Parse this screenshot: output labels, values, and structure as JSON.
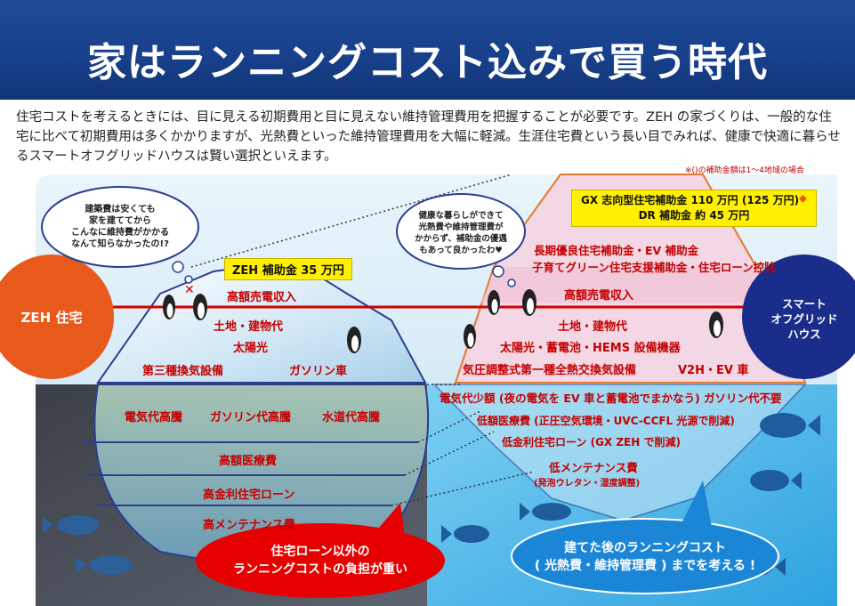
{
  "title": "家はランニングコスト込みで買う時代",
  "intro": "住宅コストを考えるときには、目に見える初期費用と目に見えない維持管理費用を把握することが必要です。ZEH の家づくりは、一般的な住宅に比べて初期費用は多くかかりますが、光熱費といった維持管理費用を大幅に軽減。生涯住宅費という長い目でみれば、健康で快適に暮らせるスマートオフグリッドハウスは賢い選択といえます。",
  "note": "※()の補助金額は1〜4地域の場合",
  "left_circle": "ZEH 住宅",
  "right_circle": [
    "スマート",
    "オフグリッド",
    "ハウス"
  ],
  "left_bubble": [
    "建築費は安くても",
    "家を建ててから",
    "こんなに維持費がかかる",
    "なんて知らなかったの!?"
  ],
  "right_bubble": [
    "健康な暮らしができて",
    "光熱費や維持管理費が",
    "かからず、補助金の優遇",
    "もあって良かったわ♥"
  ],
  "left_iceberg": {
    "subsidy": "ZEH 補助金 35 万円",
    "above": [
      "高額売電収入",
      "土地・建物代",
      "太陽光",
      "第三種換気設備",
      "ガソリン車"
    ],
    "below": [
      "電気代高騰",
      "ガソリン代高騰",
      "水道代高騰",
      "高額医療費",
      "高金利住宅ローン",
      "高メンテナンス費"
    ]
  },
  "right_iceberg": {
    "subsidy_gx": "GX 志向型住宅補助金 110 万円 (125 万円)",
    "subsidy_gx_mark": "※",
    "subsidy_dr": "DR 補助金 約 45 万円",
    "subsidies_more": [
      "長期優良住宅補助金・EV 補助金",
      "子育てグリーン住宅支援補助金・住宅ローン控除"
    ],
    "above": [
      "高額売電収入",
      "土地・建物代",
      "太陽光・蓄電池・HEMS 設備機器",
      "気圧調整式第一種全熱交換気設備",
      "V2H・EV 車"
    ],
    "below": [
      "電気代少額 (夜の電気を EV 車と蓄電池でまかなう) ガソリン代不要",
      "低額医療費 (正圧空気環境・UVC-CCFL 光源で削減)",
      "低金利住宅ローン (GX ZEH で削減)",
      "低メンテナンス費",
      "(発泡ウレタン・湿度調整)"
    ]
  },
  "left_callout": [
    "住宅ローン以外の",
    "ランニングコストの負担が重い"
  ],
  "right_callout": [
    "建てた後のランニングコスト",
    "( 光熱費・維持管理費 ) までを考える !"
  ],
  "colors": {
    "navy": "#1a3f8b",
    "red": "#c40000",
    "orange": "#e85a1c",
    "yellow": "#ffef00"
  }
}
